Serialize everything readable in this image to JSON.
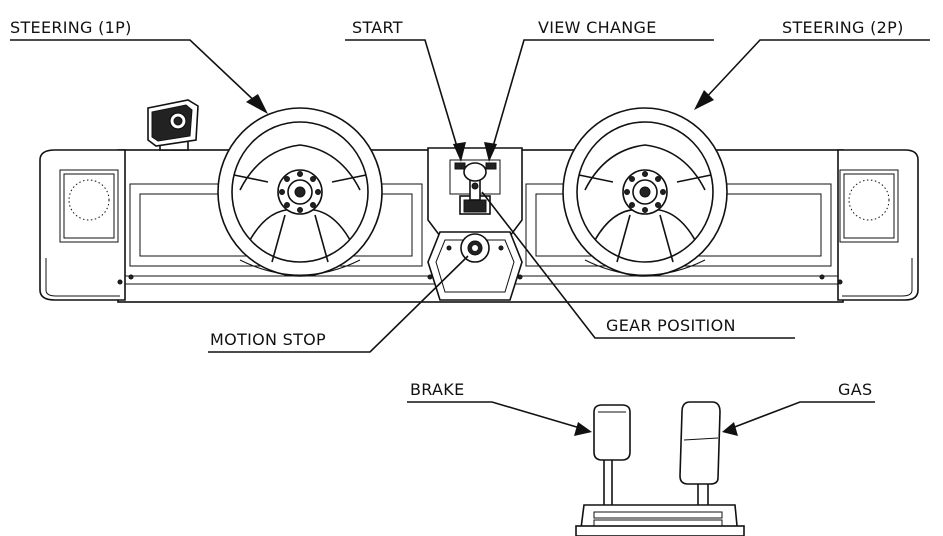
{
  "labels": {
    "steering_1p": "STEERING (1P)",
    "start": "START",
    "view_change": "VIEW CHANGE",
    "steering_2p": "STEERING (2P)",
    "motion_stop": "MOTION STOP",
    "gear_position": "GEAR POSITION",
    "brake": "BRAKE",
    "gas": "GAS"
  }
}
